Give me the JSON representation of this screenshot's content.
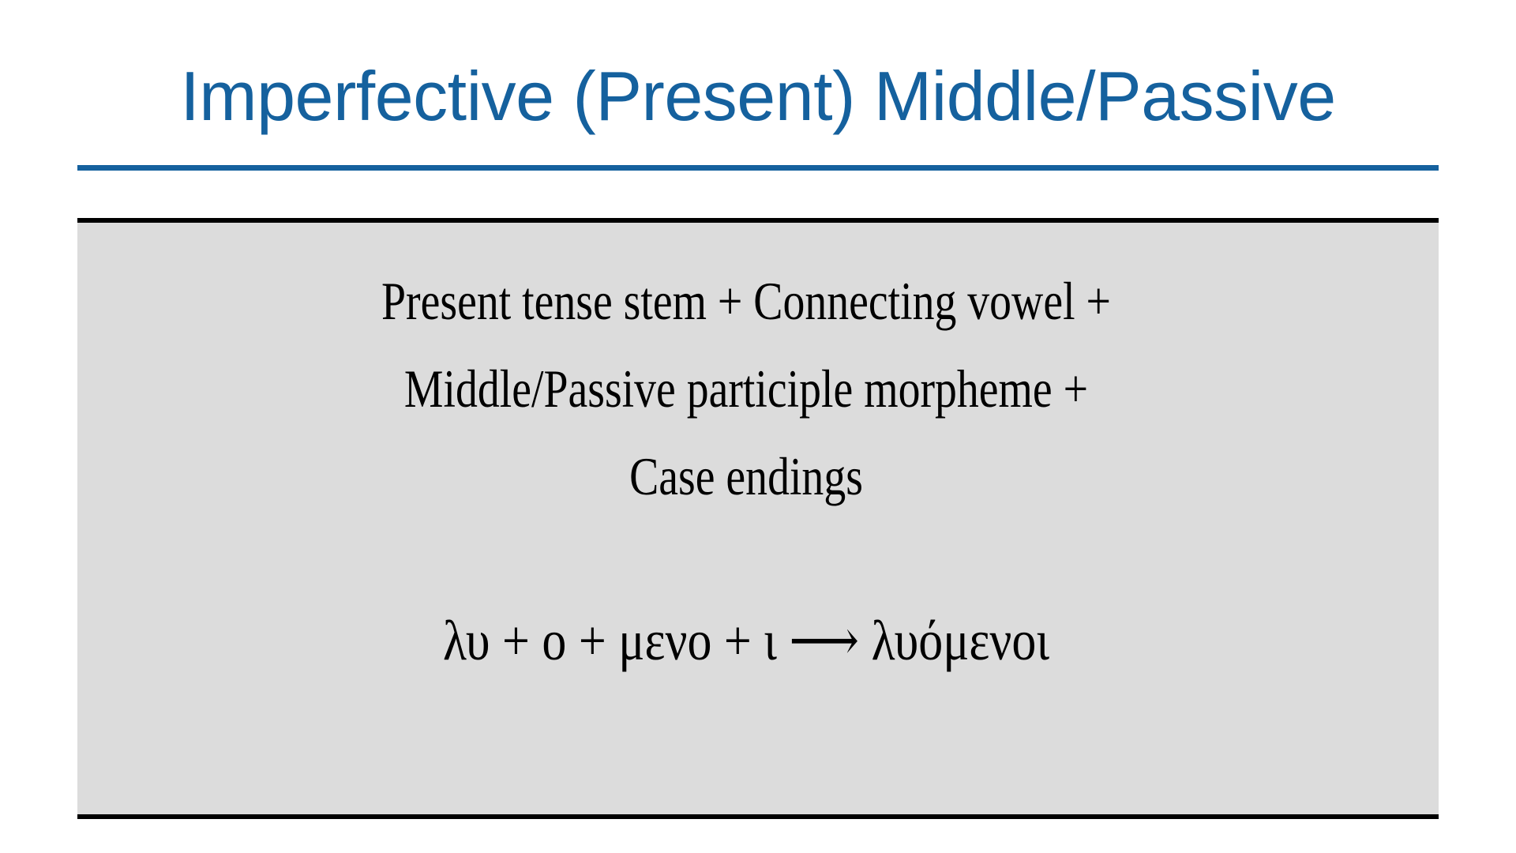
{
  "slide": {
    "title": "Imperfective (Present) Middle/Passive",
    "title_color": "#15619E",
    "rule_color": "#15619E",
    "panel_background": "#DCDCDC",
    "panel_border_color": "#000000",
    "body_text_color": "#000000"
  },
  "content": {
    "formula_lines": [
      "Present tense stem + Connecting vowel +",
      "Middle/Passive participle morpheme +",
      "Case endings"
    ],
    "example": "λυ + ο + μενο + ι ⟶ λυόμενοι"
  }
}
